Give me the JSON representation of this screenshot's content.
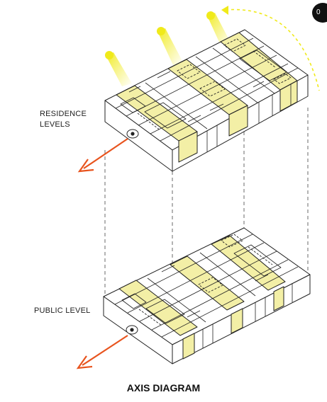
{
  "page_badge": "0",
  "labels": {
    "residence": [
      "RESIDENCE",
      "LEVELS"
    ],
    "public": "PUBLIC LEVEL"
  },
  "title": "AXIS DIAGRAM",
  "colors": {
    "band": "#f3efa6",
    "sun": "#f0ea1a",
    "arrow": "#e8541e",
    "line": "#222222"
  },
  "icons": [
    "eye-icon",
    "sun-icon",
    "arrow-icon"
  ]
}
